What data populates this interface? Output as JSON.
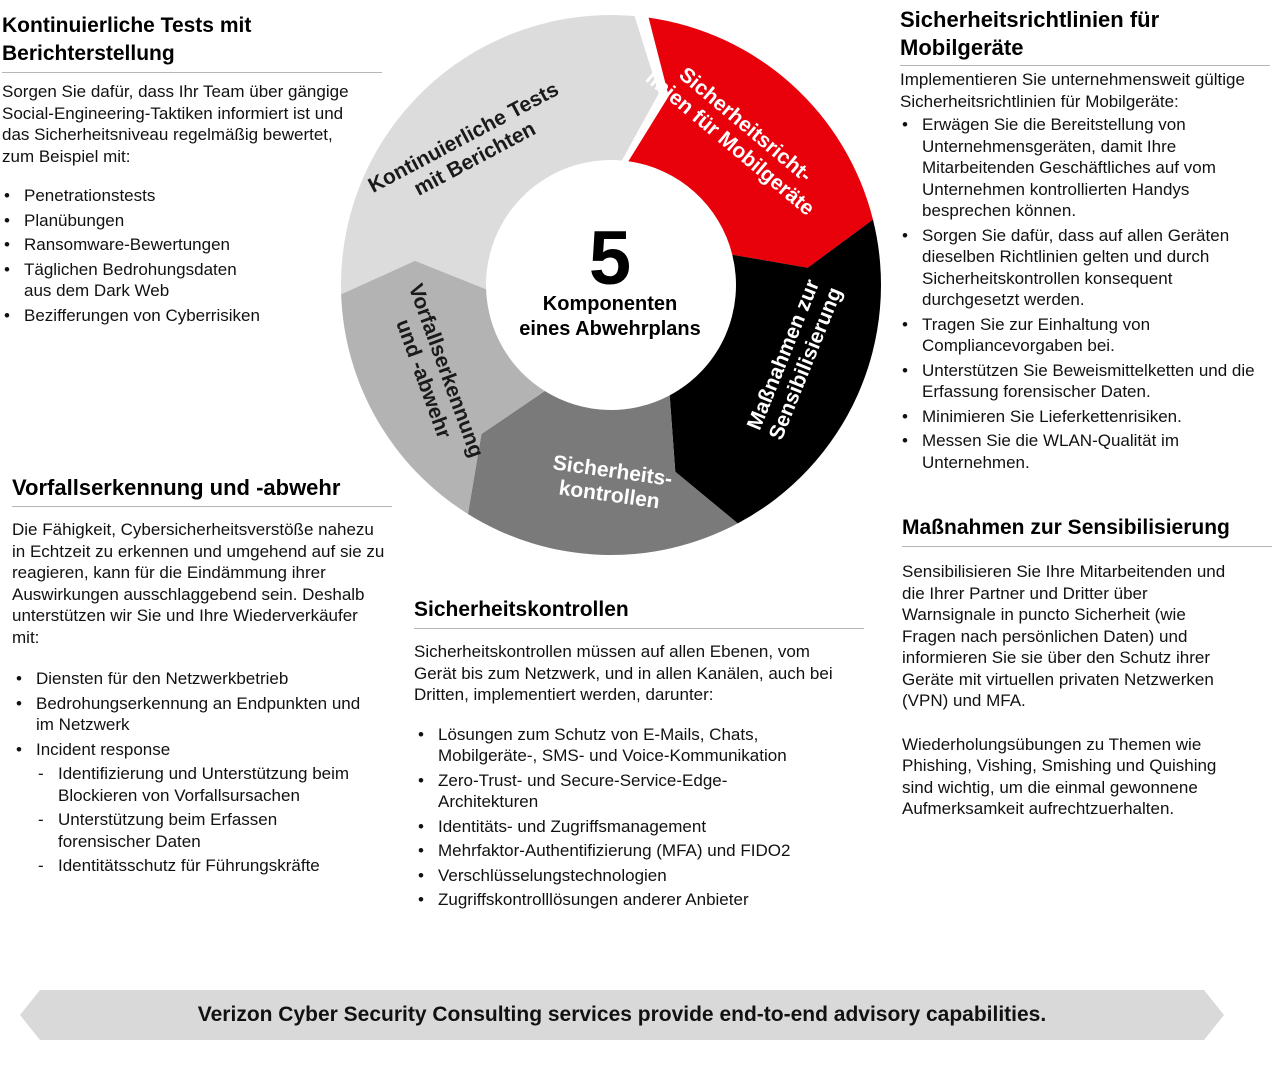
{
  "diagram": {
    "center_number": "5",
    "center_line1": "Komponenten",
    "center_line2": "eines Abwehrplans",
    "segments": [
      {
        "id": "tests",
        "lines": [
          "Kontinuierliche Tests",
          "mit Berichten"
        ],
        "fill": "#dcdcdc",
        "text_color": "#1a1a1a"
      },
      {
        "id": "mobile",
        "lines": [
          "Sicherheitsricht-",
          "linien für Mobilgeräte"
        ],
        "fill": "#e8000a",
        "text_color": "#ffffff"
      },
      {
        "id": "aware",
        "lines": [
          "Maßnahmen zur",
          "Sensibilisierung"
        ],
        "fill": "#000000",
        "text_color": "#ffffff"
      },
      {
        "id": "controls",
        "lines": [
          "Sicherheits-",
          "kontrollen"
        ],
        "fill": "#7a7a7a",
        "text_color": "#ffffff"
      },
      {
        "id": "incident",
        "lines": [
          "Vorfallserkennung",
          "und -abwehr"
        ],
        "fill": "#b3b3b3",
        "text_color": "#1a1a1a"
      }
    ]
  },
  "sections": {
    "tests": {
      "title": "Kontinuierliche Tests mit Berichterstellung",
      "intro": "Sorgen Sie dafür, dass Ihr Team über gängige Social-Engineering-Taktiken informiert ist und das Sicherheitsniveau regelmäßig bewertet, zum Beispiel mit:",
      "items": [
        "Penetrationstests",
        "Planübungen",
        "Ransomware-Bewertungen",
        "Täglichen Bedrohungsdaten aus dem Dark Web",
        "Bezifferungen von Cyberrisiken"
      ]
    },
    "mobile": {
      "title": "Sicherheitsrichtlinien für Mobilgeräte",
      "intro": "Implementieren Sie unternehmensweit gültige Sicherheitsrichtlinien für Mobilgeräte:",
      "items": [
        "Erwägen Sie die Bereitstellung von Unternehmensgeräten, damit Ihre Mitarbeitenden Geschäftliches auf vom Unternehmen kontrollierten Handys besprechen können.",
        "Sorgen Sie dafür, dass auf allen Geräten dieselben Richtlinien gelten und durch Sicherheitskontrollen konsequent durchgesetzt werden.",
        "Tragen Sie zur Einhaltung von Compliancevorgaben bei.",
        "Unterstützen Sie Beweismittelketten und die Erfassung forensischer Daten.",
        "Minimieren Sie Lieferkettenrisiken.",
        "Messen Sie die WLAN-Qualität im Unternehmen."
      ]
    },
    "aware": {
      "title": "Maßnahmen zur Sensibilisierung",
      "para1": "Sensibilisieren Sie Ihre Mitarbeitenden und die Ihrer Partner und Dritter über Warnsignale in puncto Sicherheit (wie Fragen nach persönlichen Daten) und informieren Sie sie über den Schutz ihrer Geräte mit virtuellen privaten Netzwerken (VPN) und MFA.",
      "para2": "Wiederholungsübungen zu Themen wie Phishing, Vishing, Smishing und Quishing sind wichtig, um die einmal gewonnene Aufmerksamkeit aufrechtzuerhalten."
    },
    "incident": {
      "title": "Vorfallserkennung und -abwehr",
      "intro": "Die Fähigkeit, Cybersicherheitsverstöße nahezu in Echtzeit zu erkennen und umgehend auf sie zu reagieren, kann für die Eindämmung ihrer Auswirkungen ausschlaggebend sein. Deshalb unterstützen wir Sie und Ihre Wiederverkäufer mit:",
      "items": [
        "Diensten für den Netzwerkbetrieb",
        "Bedrohungserkennung an Endpunkten und im Netzwerk",
        "Incident response"
      ],
      "subitems": [
        "Identifizierung und Unterstützung beim Blockieren von Vorfallsursachen",
        "Unterstützung beim Erfassen forensischer Daten",
        "Identitätsschutz für Führungskräfte"
      ]
    },
    "controls": {
      "title": "Sicherheitskontrollen",
      "intro": "Sicherheitskontrollen müssen auf allen Ebenen, vom Gerät bis zum Netzwerk, und in allen Kanälen, auch bei Dritten, implementiert werden, darunter:",
      "items": [
        "Lösungen zum Schutz von E-Mails, Chats, Mobilgeräte-, SMS- und Voice-Kommunikation",
        "Zero-Trust- und Secure-Service-Edge-Architekturen",
        "Identitäts- und Zugriffsmanagement",
        "Mehrfaktor-Authentifizierung (MFA) und FIDO2",
        "Verschlüsselungstechnologien",
        "Zugriffskontrolllösungen anderer Anbieter"
      ]
    }
  },
  "banner": {
    "text": "Verizon Cyber Security Consulting services provide end-to-end advisory capabilities.",
    "fill": "#d9d9d9"
  }
}
